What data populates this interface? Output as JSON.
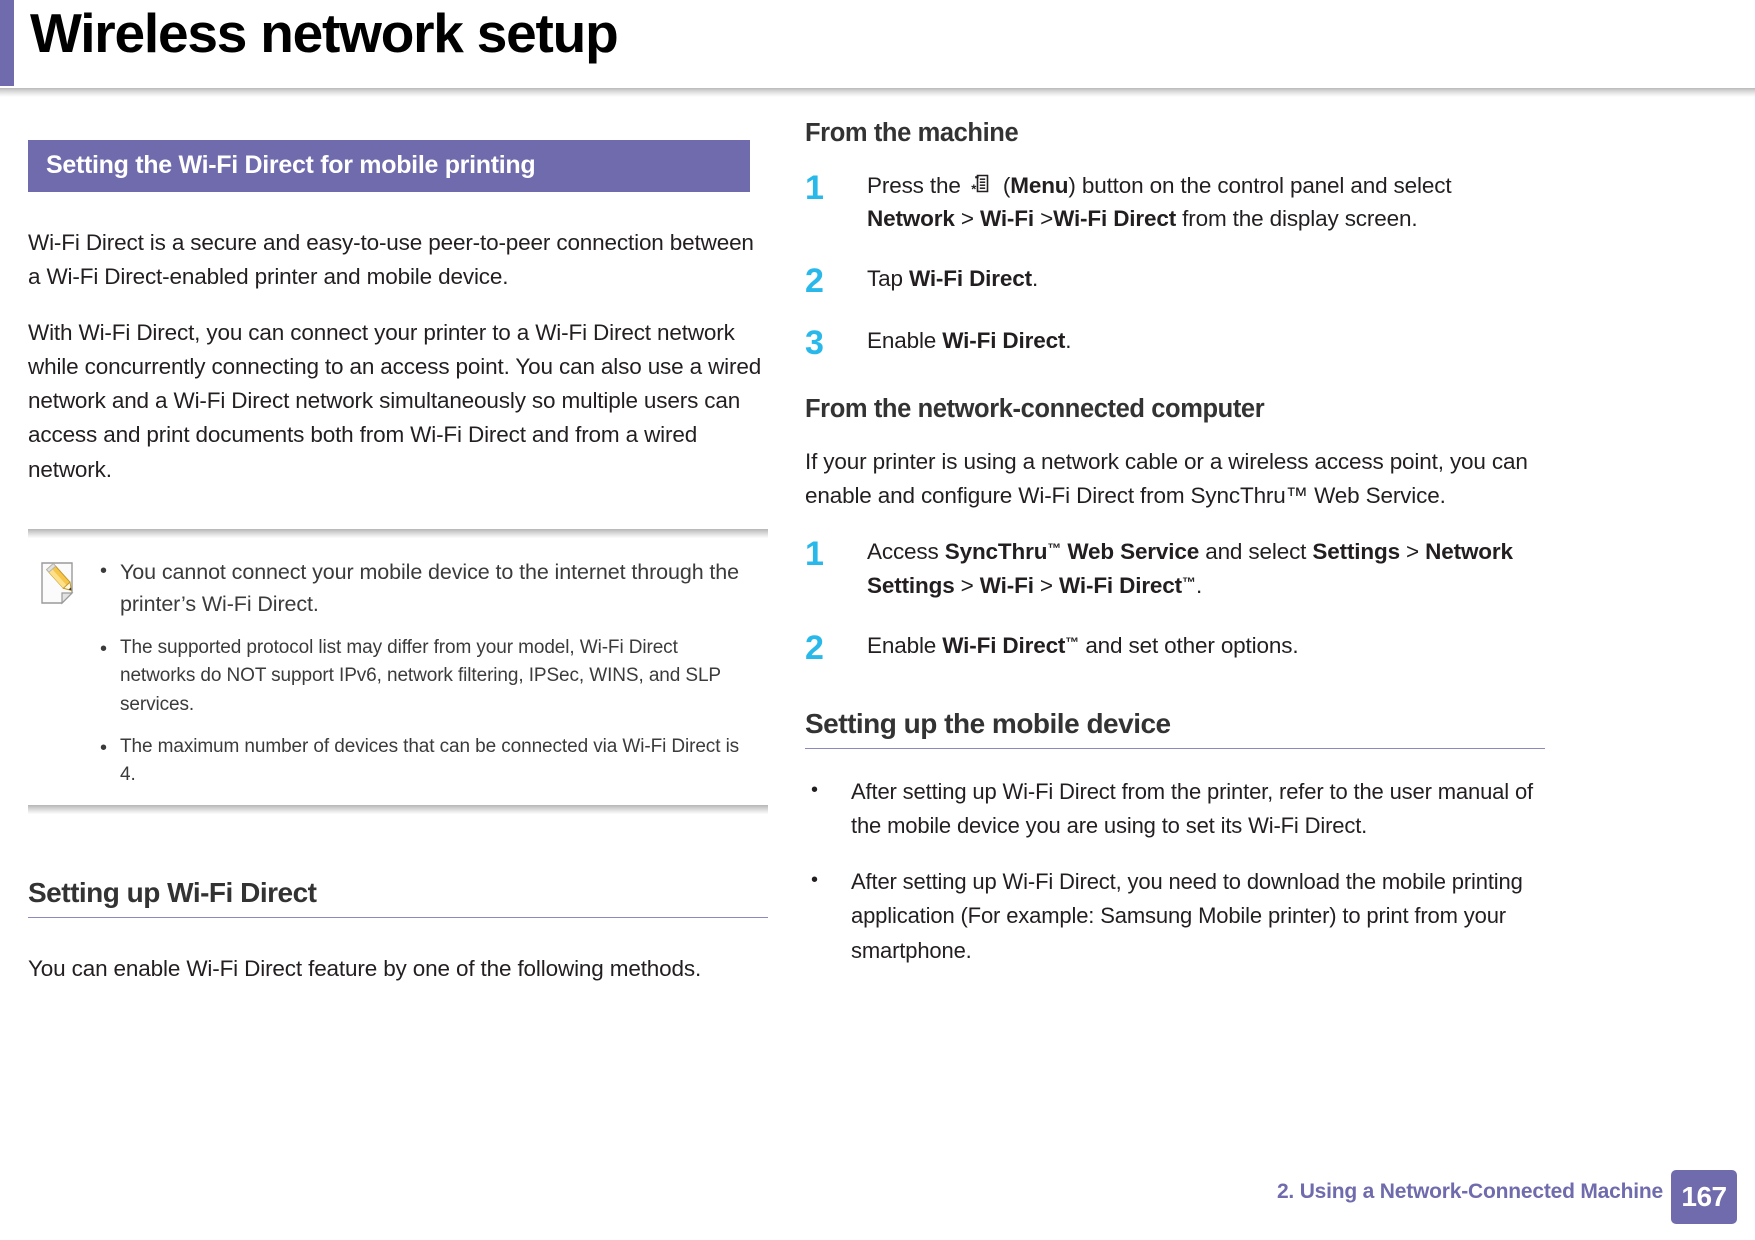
{
  "page": {
    "title": "Wireless network setup",
    "accent_color": "#6f6bad",
    "step_number_color": "#29b8ea"
  },
  "left_column": {
    "banner": "Setting the Wi-Fi Direct for mobile printing",
    "paragraphs": [
      "Wi-Fi Direct is a secure and easy-to-use peer-to-peer connection between a Wi-Fi Direct-enabled printer and mobile device.",
      "With Wi-Fi Direct, you can connect your printer to a Wi-Fi Direct network while concurrently connecting to an access point. You can also use a wired network and a Wi-Fi Direct network simultaneously so multiple users can access and print documents both from Wi-Fi Direct and from a wired network."
    ],
    "note": {
      "icon": "note-pencil-icon",
      "bullet_glyph": "•",
      "items": [
        "You cannot connect your mobile device to the internet through the printer’s Wi-Fi Direct.",
        "The supported protocol list may differ from your model, Wi-Fi Direct networks do NOT support IPv6, network filtering, IPSec, WINS, and SLP services.",
        "The maximum number of devices that can be connected via Wi-Fi Direct is 4."
      ]
    },
    "subsection": {
      "heading": "Setting up Wi-Fi Direct",
      "paragraph": "You can enable Wi-Fi Direct feature by one of the following methods."
    }
  },
  "right_column": {
    "from_machine": {
      "heading": "From the machine",
      "steps": [
        {
          "num": "1",
          "icon": "menu-button-icon",
          "parts": [
            {
              "t": "Press the ",
              "b": false
            },
            {
              "t": "ICON",
              "b": false
            },
            {
              "t": " (",
              "b": false
            },
            {
              "t": "Menu",
              "b": true
            },
            {
              "t": ") button on the control panel and select ",
              "b": false
            },
            {
              "t": "Network",
              "b": true
            },
            {
              "t": " > ",
              "b": false
            },
            {
              "t": "Wi-Fi",
              "b": true
            },
            {
              "t": " >",
              "b": false
            },
            {
              "t": "Wi-Fi Direct",
              "b": true
            },
            {
              "t": " from the display screen.",
              "b": false
            }
          ]
        },
        {
          "num": "2",
          "parts": [
            {
              "t": "Tap ",
              "b": false
            },
            {
              "t": "Wi-Fi Direct",
              "b": true
            },
            {
              "t": ".",
              "b": false
            }
          ]
        },
        {
          "num": "3",
          "parts": [
            {
              "t": "Enable ",
              "b": false
            },
            {
              "t": "Wi-Fi Direct",
              "b": true
            },
            {
              "t": ".",
              "b": false
            }
          ]
        }
      ]
    },
    "from_network_computer": {
      "heading": "From the network-connected computer",
      "paragraph": "If your printer is using a network cable or a wireless access point, you can enable and configure Wi-Fi Direct from SyncThru™ Web Service.",
      "steps": [
        {
          "num": "1",
          "parts": [
            {
              "t": "Access ",
              "b": false
            },
            {
              "t": "SyncThru™ Web Service",
              "b": true
            },
            {
              "t": " and select ",
              "b": false
            },
            {
              "t": "Settings",
              "b": true
            },
            {
              "t": " > ",
              "b": false
            },
            {
              "t": "Network Settings",
              "b": true
            },
            {
              "t": " > ",
              "b": false
            },
            {
              "t": "Wi-Fi",
              "b": true
            },
            {
              "t": " > ",
              "b": false
            },
            {
              "t": "Wi-Fi Direct™",
              "b": true
            },
            {
              "t": ".",
              "b": false
            }
          ]
        },
        {
          "num": "2",
          "parts": [
            {
              "t": "Enable ",
              "b": false
            },
            {
              "t": "Wi-Fi Direct™",
              "b": true
            },
            {
              "t": " and set other options.",
              "b": false
            }
          ]
        }
      ]
    },
    "mobile_device": {
      "heading": "Setting up the mobile device",
      "bullet_glyph": "•",
      "bullets": [
        "After setting up Wi-Fi Direct from the printer, refer to the user manual of the mobile device you are using to set its Wi-Fi Direct.",
        "After setting up Wi-Fi Direct, you need to download the mobile printing application (For example: Samsung Mobile printer) to print from your smartphone."
      ]
    }
  },
  "footer": {
    "chapter": "2.  Using a Network-Connected Machine",
    "page_number": "167"
  }
}
